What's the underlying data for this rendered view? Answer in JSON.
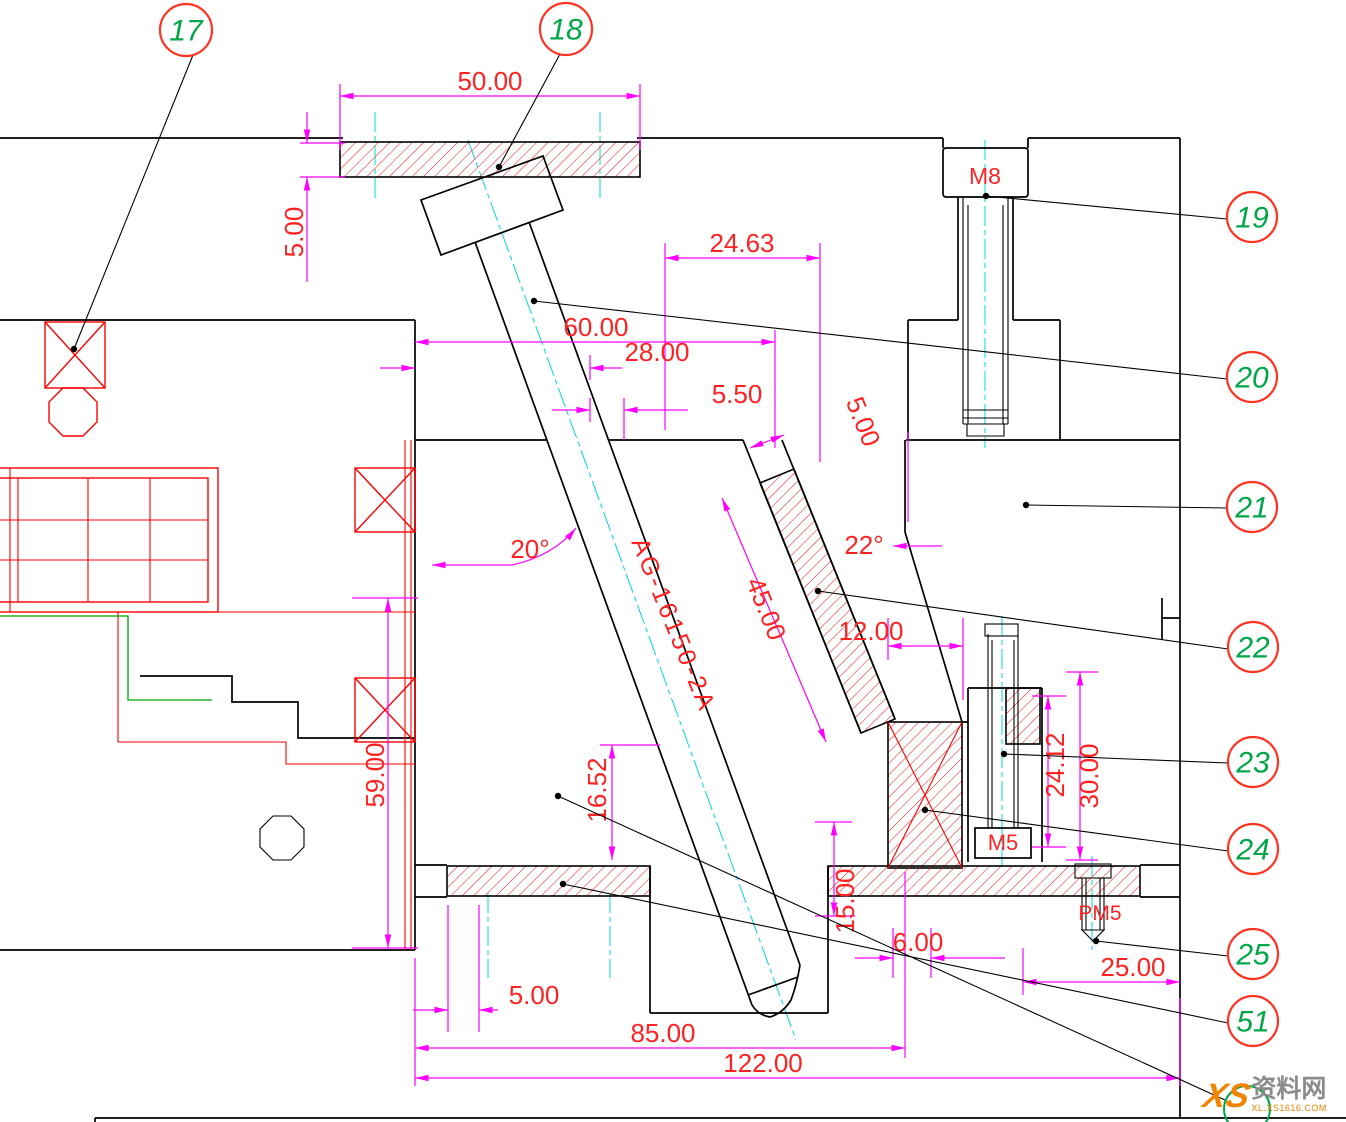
{
  "drawing": {
    "balloons": [
      {
        "label": "17"
      },
      {
        "label": "18"
      },
      {
        "label": "19"
      },
      {
        "label": "20"
      },
      {
        "label": "21"
      },
      {
        "label": "22"
      },
      {
        "label": "23"
      },
      {
        "label": "24"
      },
      {
        "label": "25"
      },
      {
        "label": "51"
      }
    ],
    "part_labels": {
      "angle_pin": "AG-16150-2A",
      "screw_m8": "M8",
      "screw_m5": "M5",
      "screw_pm5": "PM5"
    },
    "dimensions": {
      "width_50": "50.00",
      "thickness_5": "5.00",
      "d24_63": "24.63",
      "d60": "60.00",
      "d28": "28.00",
      "d5_50": "5.50",
      "d5_angled": "5.00",
      "angle_20": "20°",
      "angle_22": "22°",
      "d45": "45.00",
      "d12": "12.00",
      "d59": "59.00",
      "d16_52": "16.52",
      "d24_12": "24.12",
      "d30": "30.00",
      "d15": "15.00",
      "d6": "6.00",
      "d25": "25.00",
      "d5_bottom": "5.00",
      "d85": "85.00",
      "d122": "122.00"
    }
  },
  "watermark": {
    "logo_text": "XS",
    "site_name": "资料网",
    "site_url": "XL.XS1616.COM"
  },
  "colors": {
    "outline": "#000000",
    "dimension_line": "#ff00ff",
    "dimension_text": "#ff2222",
    "hatch": "#ff0000",
    "centerline": "#00d8d8",
    "balloon_circle": "#ff3322",
    "balloon_number": "#00a648",
    "watermark_orange": "#f08300",
    "watermark_gray": "#8b8b8b"
  }
}
